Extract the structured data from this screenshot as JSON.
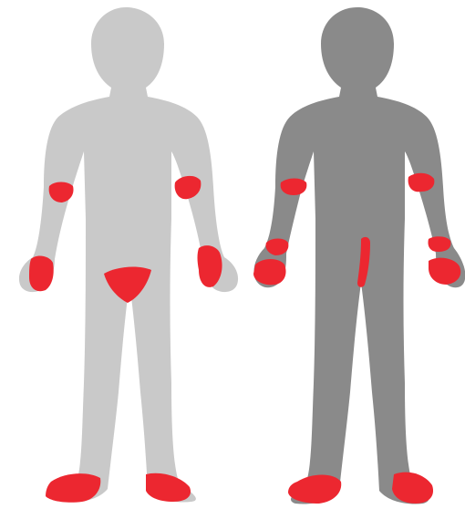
{
  "figures": [
    {
      "id": "front",
      "view": "front-view",
      "body_color": "#c9c9c9",
      "mark_color": "#ec2730"
    },
    {
      "id": "back",
      "view": "back-view",
      "body_color": "#8a8a8a",
      "mark_color": "#ec2730"
    }
  ],
  "background_color": "#ffffff"
}
